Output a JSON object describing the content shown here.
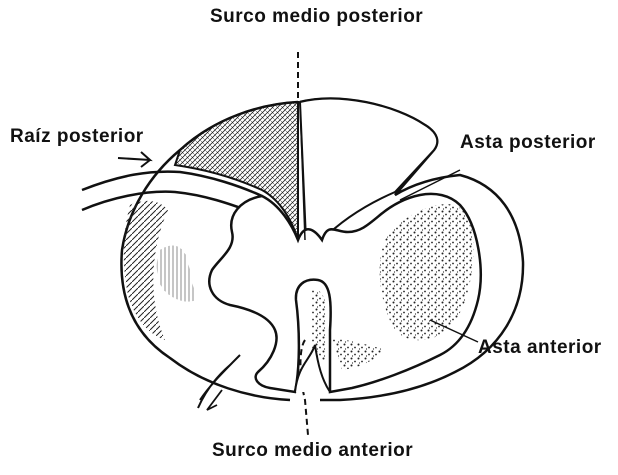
{
  "labels": {
    "surco_medio_posterior": "Surco medio posterior",
    "raiz_posterior": "Raíz posterior",
    "asta_posterior": "Asta posterior",
    "asta_anterior": "Asta anterior",
    "surco_medio_anterior": "Surco medio anterior"
  },
  "colors": {
    "ink": "#111111",
    "paper": "#ffffff",
    "shade": "#333333"
  }
}
